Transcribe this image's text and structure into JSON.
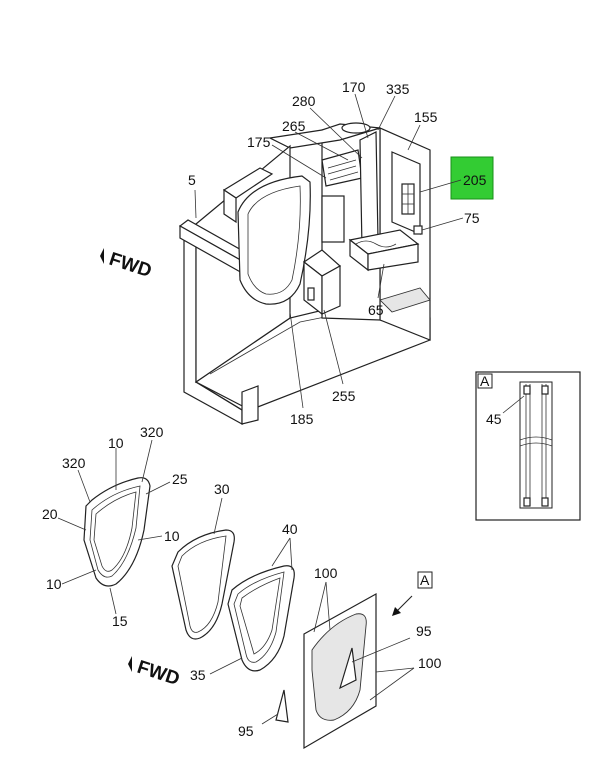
{
  "callouts": [
    {
      "id": "c170",
      "text": "170"
    },
    {
      "id": "c335",
      "text": "335"
    },
    {
      "id": "c280",
      "text": "280"
    },
    {
      "id": "c155",
      "text": "155"
    },
    {
      "id": "c265",
      "text": "265"
    },
    {
      "id": "c175",
      "text": "175"
    },
    {
      "id": "c205",
      "text": "205"
    },
    {
      "id": "c5",
      "text": "5"
    },
    {
      "id": "c75",
      "text": "75"
    },
    {
      "id": "c65",
      "text": "65"
    },
    {
      "id": "c255",
      "text": "255"
    },
    {
      "id": "c185",
      "text": "185"
    },
    {
      "id": "c45",
      "text": "45"
    },
    {
      "id": "c10a",
      "text": "10"
    },
    {
      "id": "c320a",
      "text": "320"
    },
    {
      "id": "c320b",
      "text": "320"
    },
    {
      "id": "c25",
      "text": "25"
    },
    {
      "id": "c20",
      "text": "20"
    },
    {
      "id": "c10b",
      "text": "10"
    },
    {
      "id": "c10c",
      "text": "10"
    },
    {
      "id": "c15",
      "text": "15"
    },
    {
      "id": "c30",
      "text": "30"
    },
    {
      "id": "c40",
      "text": "40"
    },
    {
      "id": "c35",
      "text": "35"
    },
    {
      "id": "c100a",
      "text": "100"
    },
    {
      "id": "c95a",
      "text": "95"
    },
    {
      "id": "c100b",
      "text": "100"
    },
    {
      "id": "c95b",
      "text": "95"
    }
  ],
  "fwd_top": "FWD",
  "fwd_bottom": "FWD",
  "view_label": "A",
  "view_ref": "A",
  "highlight_color": "#33cc33"
}
